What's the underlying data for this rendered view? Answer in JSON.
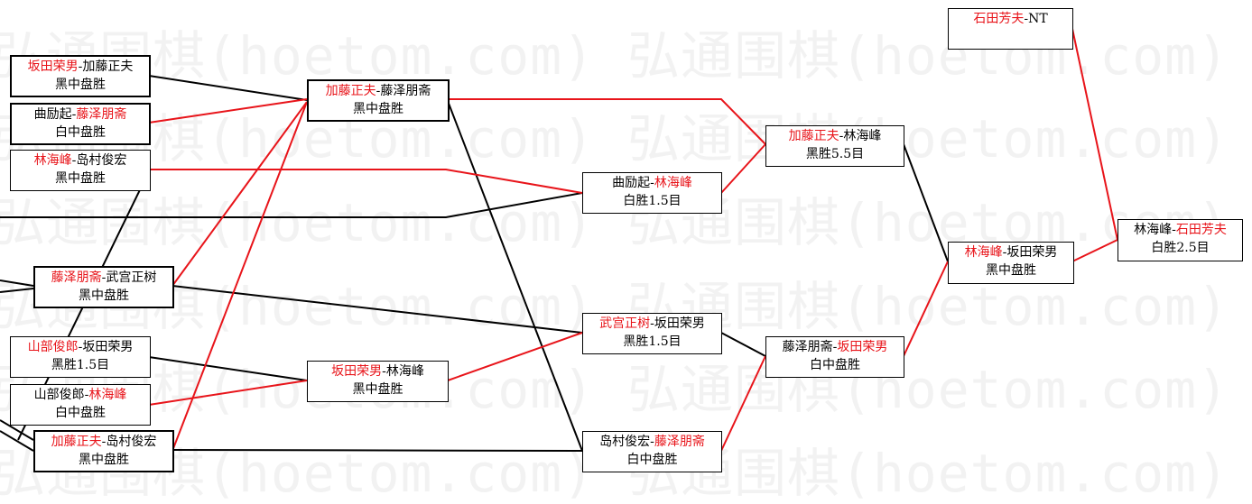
{
  "watermark": {
    "text": "弘通围棋(hoetom.com) 弘通围棋(hoetom.com) 弘",
    "rows": 6
  },
  "colors": {
    "winner": "#e8141a",
    "loser_line": "#000000",
    "winner_line": "#e8141a",
    "watermark": "#f2f2f2"
  },
  "matches": [
    {
      "id": "m01",
      "p1": "坂田荣男",
      "p2": "加藤正夫",
      "winner": 1,
      "result": "黑中盘胜",
      "thick": true
    },
    {
      "id": "m02",
      "p1": "曲励起",
      "p2": "藤泽朋斋",
      "winner": 2,
      "result": "白中盘胜",
      "thick": true
    },
    {
      "id": "m03",
      "p1": "林海峰",
      "p2": "岛村俊宏",
      "winner": 1,
      "result": "黑中盘胜",
      "thick": false
    },
    {
      "id": "m04",
      "p1": "藤泽朋斋",
      "p2": "武宫正树",
      "winner": 1,
      "result": "黑中盘胜",
      "thick": true
    },
    {
      "id": "m05",
      "p1": "山部俊郎",
      "p2": "坂田荣男",
      "winner": 1,
      "result": "黑胜1.5目",
      "thick": false
    },
    {
      "id": "m06",
      "p1": "山部俊郎",
      "p2": "林海峰",
      "winner": 2,
      "result": "白中盘胜",
      "thick": false
    },
    {
      "id": "m07",
      "p1": "加藤正夫",
      "p2": "岛村俊宏",
      "winner": 1,
      "result": "黑中盘胜",
      "thick": true
    },
    {
      "id": "m08",
      "p1": "加藤正夫",
      "p2": "藤泽朋斋",
      "winner": 1,
      "result": "黑中盘胜",
      "thick": true
    },
    {
      "id": "m09",
      "p1": "坂田荣男",
      "p2": "林海峰",
      "winner": 1,
      "result": "黑中盘胜",
      "thick": false
    },
    {
      "id": "m10",
      "p1": "曲励起",
      "p2": "林海峰",
      "winner": 2,
      "result": "白胜1.5目",
      "thick": false
    },
    {
      "id": "m11",
      "p1": "武宫正树",
      "p2": "坂田荣男",
      "winner": 1,
      "result": "黑胜1.5目",
      "thick": false
    },
    {
      "id": "m12",
      "p1": "岛村俊宏",
      "p2": "藤泽朋斋",
      "winner": 2,
      "result": "白中盘胜",
      "thick": false
    },
    {
      "id": "m13",
      "p1": "加藤正夫",
      "p2": "林海峰",
      "winner": 1,
      "result": "黑胜5.5目",
      "thick": false
    },
    {
      "id": "m14",
      "p1": "藤泽朋斋",
      "p2": "坂田荣男",
      "winner": 2,
      "result": "白中盘胜",
      "thick": false
    },
    {
      "id": "m15",
      "p1": "林海峰",
      "p2": "坂田荣男",
      "winner": 1,
      "result": "黑中盘胜",
      "thick": false
    },
    {
      "id": "m16",
      "p1": "石田芳夫",
      "p2": "NT",
      "winner": 1,
      "result": "",
      "thick": false
    },
    {
      "id": "m17",
      "p1": "林海峰",
      "p2": "石田芳夫",
      "winner": 2,
      "result": "白胜2.5目",
      "thick": false
    }
  ]
}
